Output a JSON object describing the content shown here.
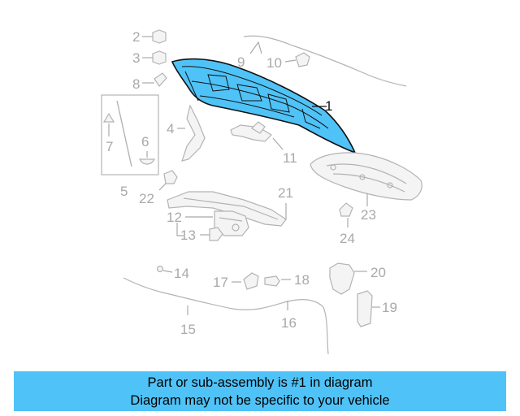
{
  "callouts": [
    "1",
    "2",
    "3",
    "4",
    "5",
    "6",
    "7",
    "8",
    "9",
    "10",
    "11",
    "12",
    "13",
    "14",
    "15",
    "16",
    "17",
    "18",
    "19",
    "20",
    "21",
    "22",
    "23",
    "24"
  ],
  "banner": {
    "line1": "Part or sub-assembly is #1 in diagram",
    "line2": "Diagram may not be specific to your vehicle",
    "color": "#4fc3f7"
  },
  "highlight_color": "#4fc3f7"
}
